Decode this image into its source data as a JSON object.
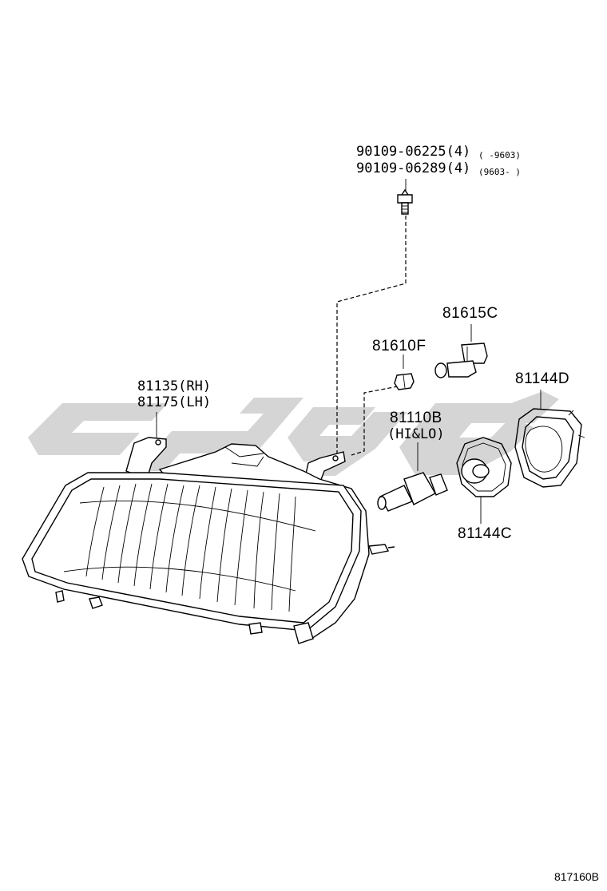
{
  "labels": {
    "bolt_line1_part": "90109-06225(4)",
    "bolt_line1_range": "(   -9603)",
    "bolt_line2_part": "90109-06289(4)",
    "bolt_line2_range": "(9603-   )",
    "socket_81615c": "81615C",
    "bulb_81610f": "81610F",
    "cover_81144d": "81144D",
    "unit_rh": "81135(RH)",
    "unit_lh": "81175(LH)",
    "bulb_81110b": "81110B",
    "bulb_81110b_note": "(HI&LO)",
    "cover_81144c": "81144C"
  },
  "reference_code": "817160B",
  "watermark": {
    "color": "#d3d3d3"
  }
}
